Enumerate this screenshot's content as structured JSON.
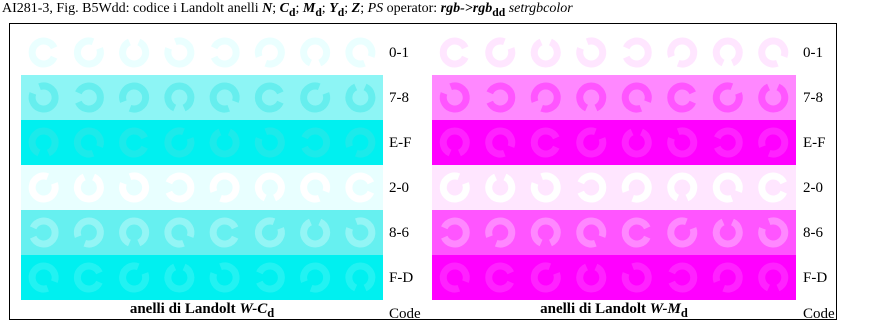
{
  "title": {
    "prefix": "AI281-3, Fig. B5Wdd: codice i Landolt anelli ",
    "n": "N",
    "sep1": "; ",
    "c": "C",
    "c_sub": "d",
    "sep2": "; ",
    "m": "M",
    "m_sub": "d",
    "sep3": "; ",
    "y": "Y",
    "y_sub": "d",
    "sep4": "; ",
    "z": "Z",
    "sep5": "; ",
    "ps": "PS",
    "operator": " operator: ",
    "rgb": "rgb->rgb",
    "rgb_sub": "dd",
    "setrgb": " setrgbcolor"
  },
  "panels": [
    {
      "caption_prefix": "anelli di Landolt ",
      "caption_var": "W-C",
      "caption_sub": "d",
      "code_label": "Code",
      "rows": [
        {
          "code": "0-1",
          "bg": "#ffffff",
          "ring": "#eaffff"
        },
        {
          "code": "7-8",
          "bg": "#8df5f5",
          "ring": "#66eeee"
        },
        {
          "code": "E-F",
          "bg": "#00f0f0",
          "ring": "#1ceaea"
        },
        {
          "code": "2-0",
          "bg": "#e8ffff",
          "ring": "#ffffff"
        },
        {
          "code": "8-6",
          "bg": "#66f0f0",
          "ring": "#93f5f5"
        },
        {
          "code": "F-D",
          "bg": "#00f0f0",
          "ring": "#22f2f2"
        }
      ]
    },
    {
      "caption_prefix": "anelli di Landolt ",
      "caption_var": "W-M",
      "caption_sub": "d",
      "code_label": "Code",
      "rows": [
        {
          "code": "0-1",
          "bg": "#ffffff",
          "ring": "#ffe6ff"
        },
        {
          "code": "7-8",
          "bg": "#ff88ff",
          "ring": "#ff55ff"
        },
        {
          "code": "E-F",
          "bg": "#ff00ff",
          "ring": "#ff22ff"
        },
        {
          "code": "2-0",
          "bg": "#ffe6ff",
          "ring": "#ffffff"
        },
        {
          "code": "8-6",
          "bg": "#ff55ff",
          "ring": "#ff88ff"
        },
        {
          "code": "F-D",
          "bg": "#ff00ff",
          "ring": "#ff22ff"
        }
      ]
    }
  ],
  "gap_angles": [
    0,
    45,
    90,
    135,
    180,
    225,
    270,
    315
  ]
}
